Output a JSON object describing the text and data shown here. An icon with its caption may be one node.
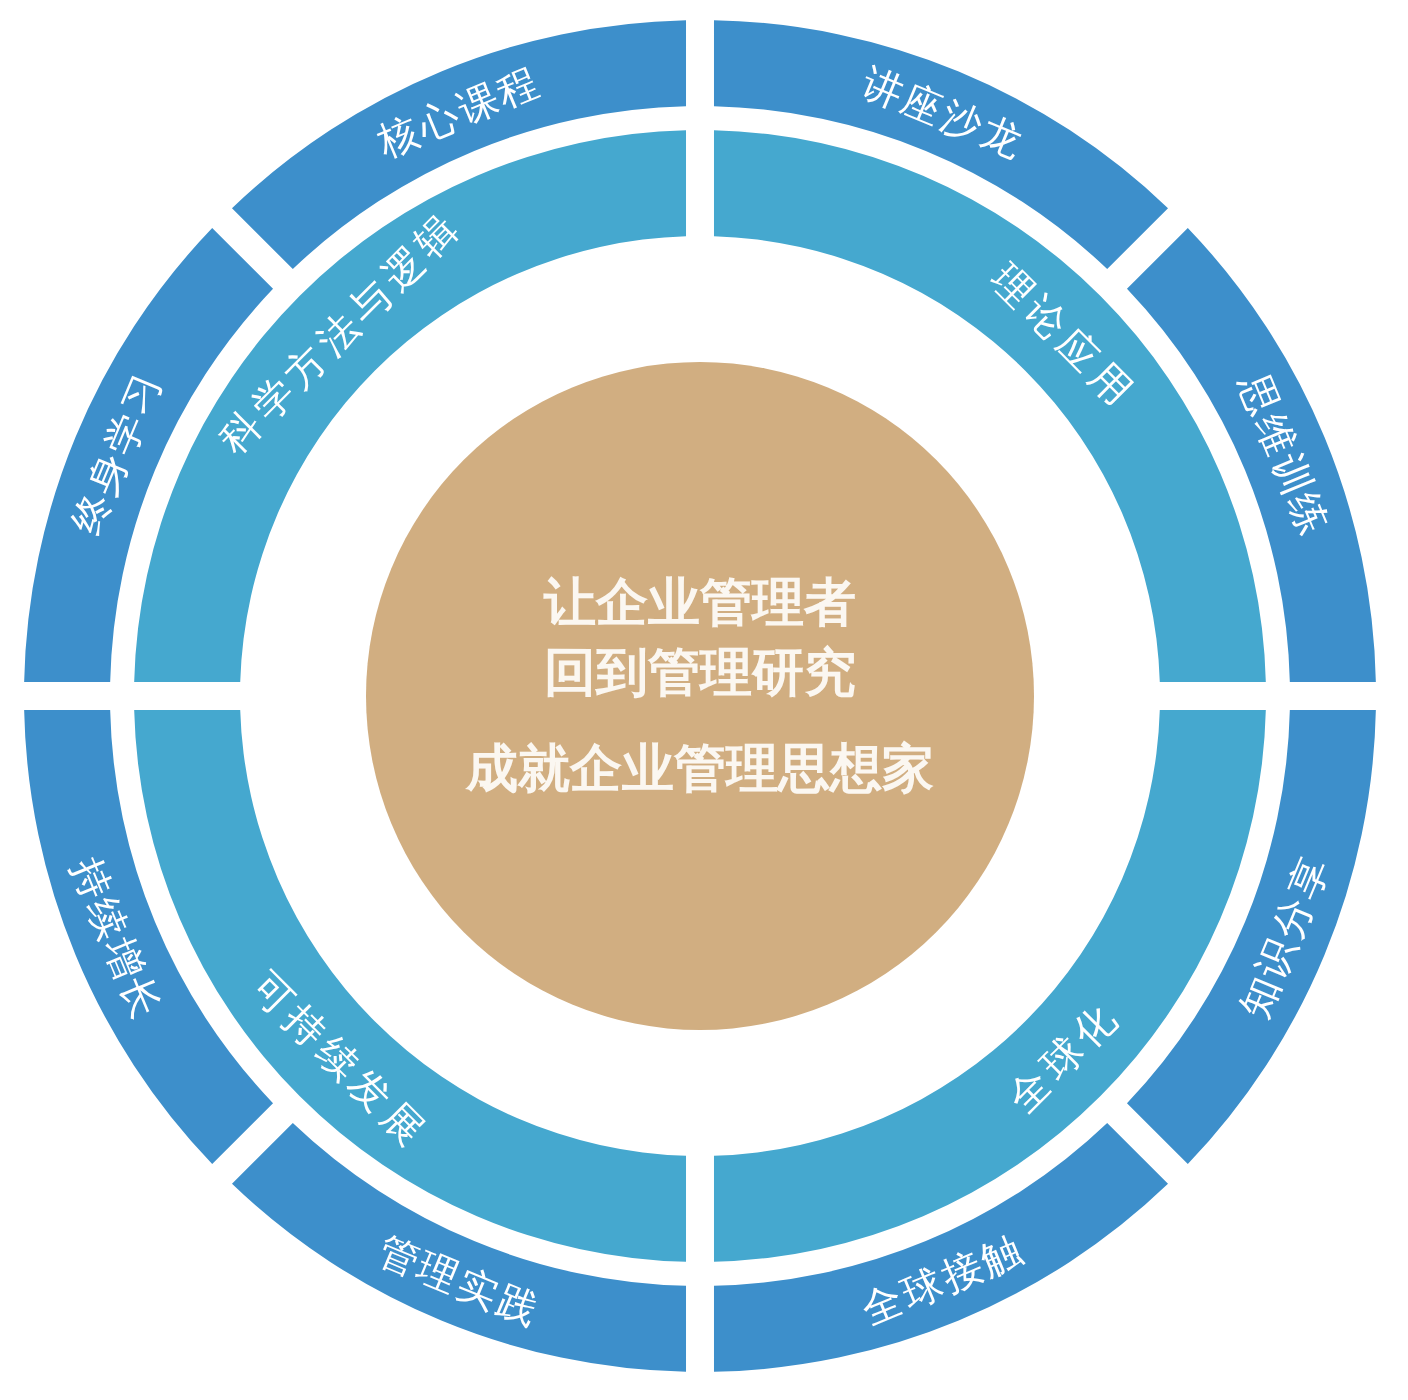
{
  "diagram": {
    "nodes": [
      {
        "text": [
          "让企业管理者回到管理研究",
          "成就企业管理思想家"
        ]
      },
      {
        "text": [
          "科学方法与逻辑"
        ]
      },
      {
        "text": [
          "理论应用"
        ]
      },
      {
        "text": [
          "全球化"
        ]
      },
      {
        "text": [
          "可持续发展"
        ]
      },
      {
        "text": [
          "核心课程"
        ]
      },
      {
        "text": [
          "讲座沙龙"
        ]
      },
      {
        "text": [
          "思维训练"
        ]
      },
      {
        "text": [
          "知识分享"
        ]
      },
      {
        "text": [
          "全球接触"
        ]
      },
      {
        "text": [
          "管理实践"
        ]
      },
      {
        "text": [
          "持续增长"
        ]
      },
      {
        "text": [
          "终身学习"
        ]
      }
    ]
  }
}
